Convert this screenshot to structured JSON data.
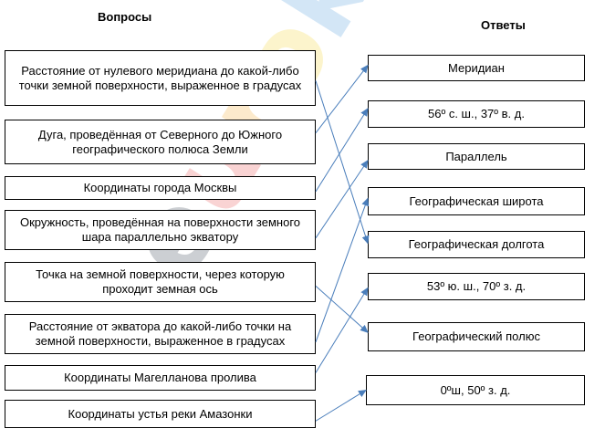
{
  "headings": {
    "questions": "Вопросы",
    "answers": "Ответы"
  },
  "questions": [
    "Расстояние от нулевого меридиана до какой-либо точки земной поверхности, выраженное в градусах",
    "Дуга, проведённая от Северного до Южного географического полюса Земли",
    "Координаты города Москвы",
    "Окружность, проведённая на поверхности земного шара параллельно экватору",
    "Точка на земной поверхности, через которую проходит земная ось",
    "Расстояние от экватора до какой-либо точки на земной поверхности, выраженное в градусах",
    "Координаты Магелланова пролива",
    "Координаты устья реки Амазонки"
  ],
  "answers": [
    "Меридиан",
    "56º с. ш., 37º в. д.",
    "Параллель",
    "Географическая широта",
    "Географическая долгота",
    "53º ю. ш., 70º з. д.",
    "Географический полюс",
    "0ºш, 50º з. д."
  ],
  "matches": [
    {
      "question": 0,
      "answer": 4
    },
    {
      "question": 1,
      "answer": 0
    },
    {
      "question": 2,
      "answer": 1
    },
    {
      "question": 3,
      "answer": 2
    },
    {
      "question": 4,
      "answer": 6
    },
    {
      "question": 5,
      "answer": 3
    },
    {
      "question": 6,
      "answer": 5
    },
    {
      "question": 7,
      "answer": 7
    }
  ],
  "watermark": {
    "letters": [
      "e",
      "u",
      "r",
      "o",
      "k",
      "i"
    ],
    "colors": [
      "#1c2b3c",
      "#e73b3b",
      "#f6a51b",
      "#f2d21b",
      "#3b8fd8",
      "#6ab04c"
    ]
  },
  "colors": {
    "link_line": "#4a7ebb"
  }
}
